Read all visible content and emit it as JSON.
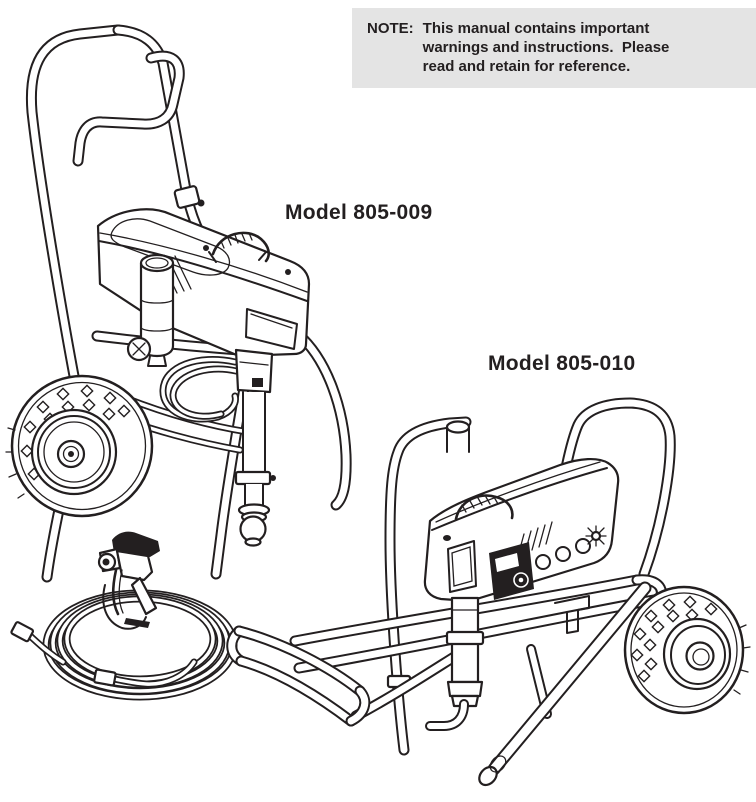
{
  "note": {
    "label": "NOTE:",
    "lines": [
      "This manual contains important",
      "warnings and instructions.  Please",
      "read and retain for reference."
    ]
  },
  "models": {
    "first": "Model 805-009",
    "second": "Model 805-010"
  },
  "illustrations": {
    "hiboy": "upright-cart-paint-sprayer-line-drawing",
    "gun": "spray-gun-with-coiled-hose-line-drawing",
    "lowboy": "lowboy-cart-paint-sprayer-line-drawing"
  },
  "colors": {
    "ink": "#231f20",
    "note_background": "#e4e4e4",
    "paper": "#ffffff"
  }
}
